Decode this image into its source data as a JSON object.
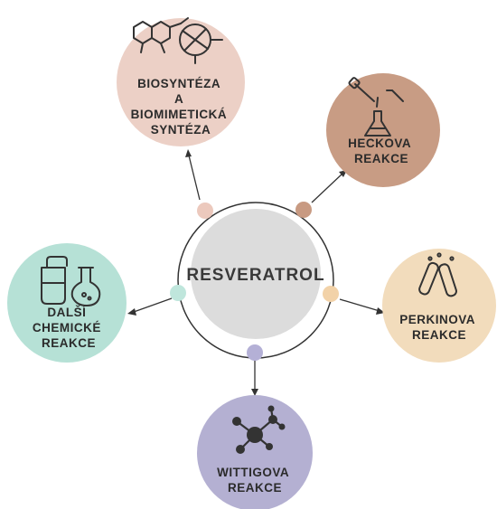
{
  "center": {
    "label": "RESVERATROL"
  },
  "nodes": [
    {
      "id": "biosynteza",
      "lines": [
        "BIOSYNTÉZA",
        "A",
        "BIOMIMETICKÁ",
        "SYNTÉZA"
      ],
      "fill": "#ecd0c6",
      "dot": "#ecc9bd",
      "icon": "molecule-structure-icon"
    },
    {
      "id": "heckova",
      "lines": [
        "HECKOVA",
        "REAKCE"
      ],
      "fill": "#c89c84",
      "dot": "#c89a82",
      "icon": "dropper-flask-icon"
    },
    {
      "id": "perkinova",
      "lines": [
        "PERKINOVA",
        "REAKCE"
      ],
      "fill": "#f2dcbc",
      "dot": "#f2d2a8",
      "icon": "test-tubes-icon"
    },
    {
      "id": "wittigova",
      "lines": [
        "WITTIGOVA",
        "REAKCE"
      ],
      "fill": "#b4b0d2",
      "dot": "#b4b0d6",
      "icon": "ball-stick-molecule-icon"
    },
    {
      "id": "dalsi",
      "lines": [
        "DALŠÍ",
        "CHEMICKÉ",
        "REAKCE"
      ],
      "fill": "#b6e1d6",
      "dot": "#bfe6dc",
      "icon": "lab-glassware-icon"
    }
  ]
}
